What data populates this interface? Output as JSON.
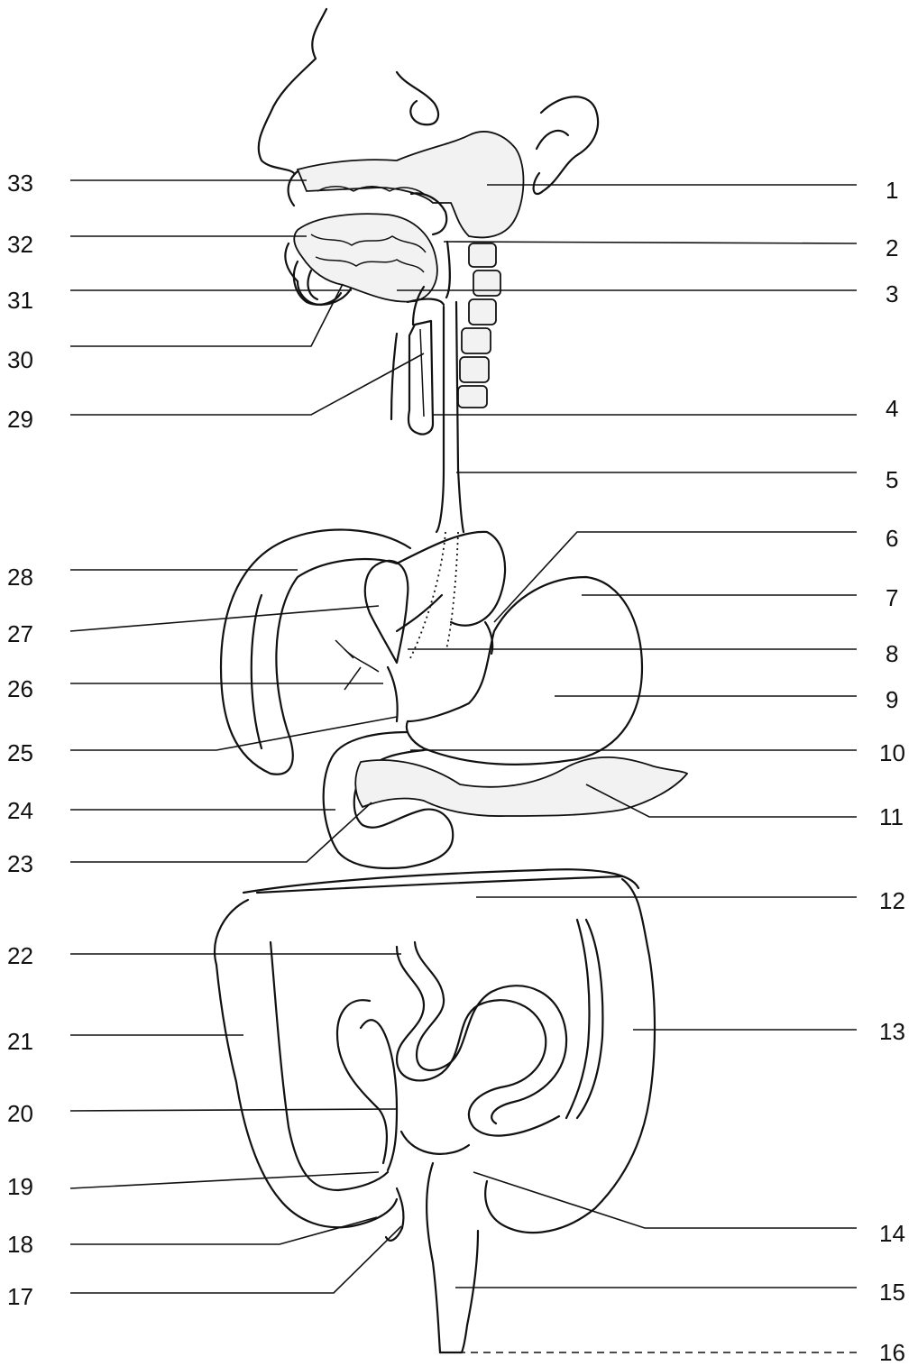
{
  "diagram": {
    "left_labels": [
      "33",
      "32",
      "31",
      "30",
      "29",
      "28",
      "27",
      "26",
      "25",
      "24",
      "23",
      "22",
      "21",
      "20",
      "19",
      "18",
      "17"
    ],
    "right_labels": [
      "1",
      "2",
      "3",
      "4",
      "5",
      "6",
      "7",
      "8",
      "9",
      "10",
      "11",
      "12",
      "13",
      "14",
      "15",
      "16"
    ]
  }
}
